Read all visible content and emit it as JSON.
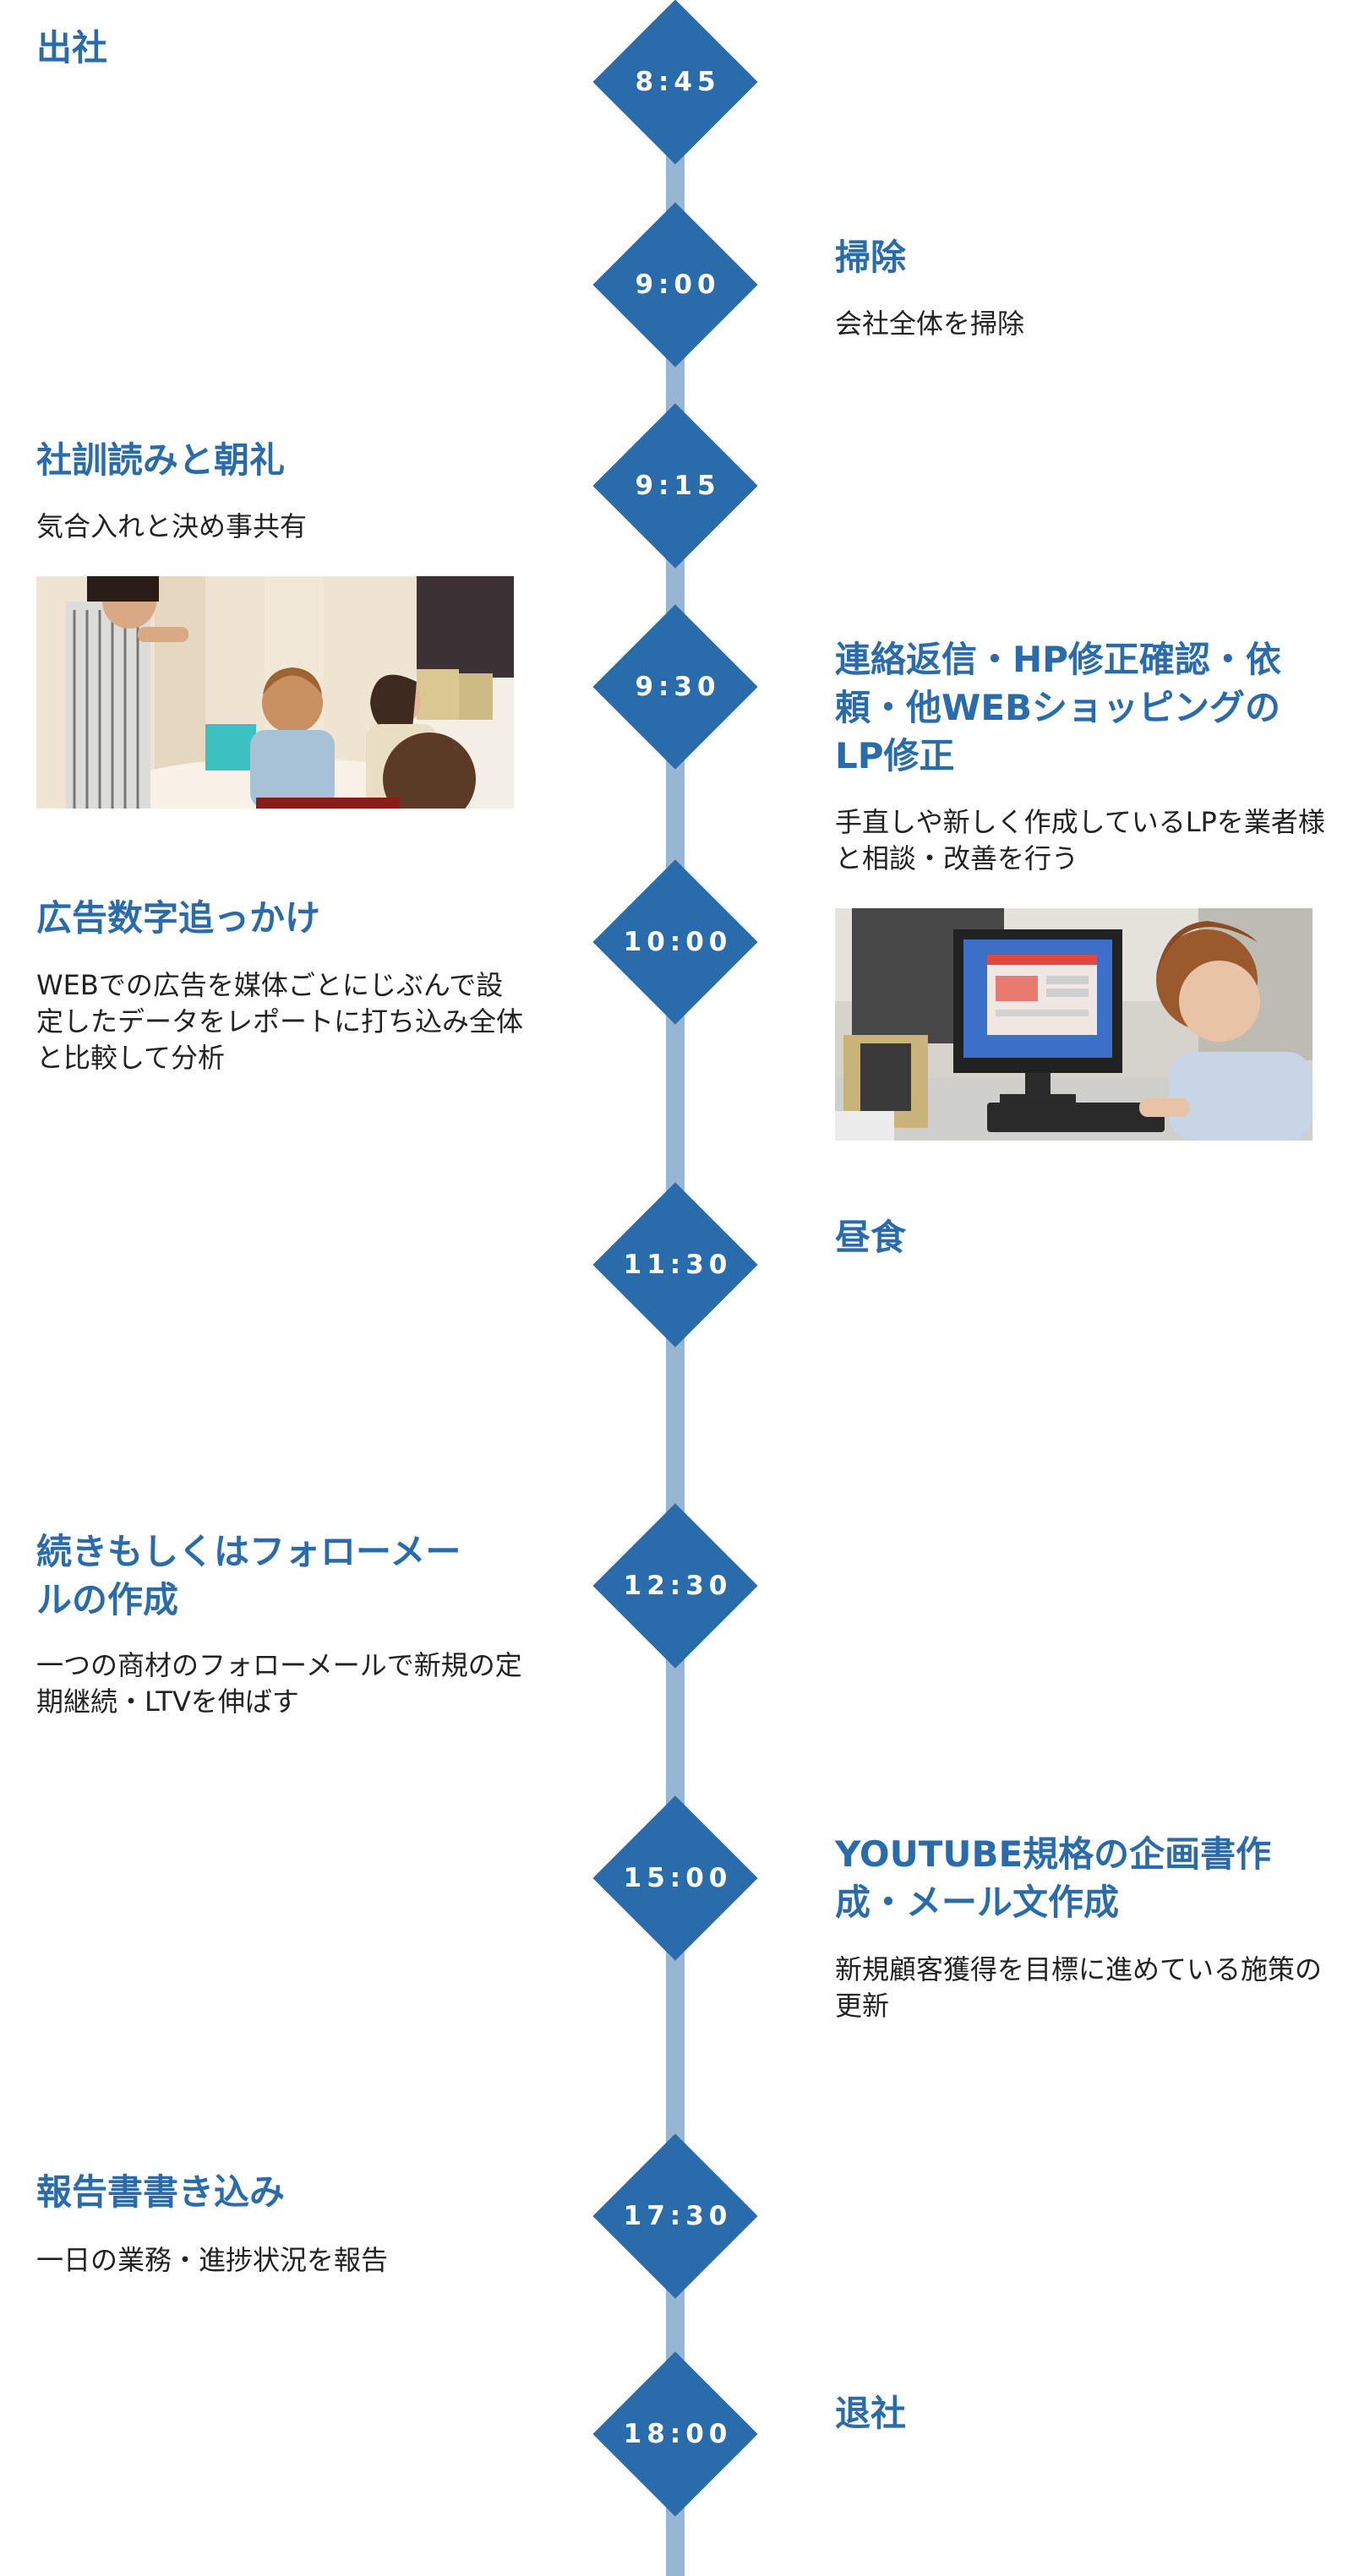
{
  "colors": {
    "accent": "#2a6bab",
    "line": "#96b6d4",
    "text": "#222222"
  },
  "events": [
    {
      "time": "8:45",
      "title": "出社",
      "desc": ""
    },
    {
      "time": "9:00",
      "title": "掃除",
      "desc": "会社全体を掃除"
    },
    {
      "time": "9:15",
      "title": "社訓読みと朝礼",
      "desc": "気合入れと決め事共有"
    },
    {
      "time": "9:30",
      "title": "連絡返信・HP修正確認・依頼・他WEBショッピングのLP修正",
      "desc": "手直しや新しく作成しているLPを業者様と相談・改善を行う"
    },
    {
      "time": "10:00",
      "title": "広告数字追っかけ",
      "desc": "WEBでの広告を媒体ごとにじぶんで設定したデータをレポートに打ち込み全体と比較して分析"
    },
    {
      "time": "11:30",
      "title": "昼食",
      "desc": ""
    },
    {
      "time": "12:30",
      "title": "続きもしくはフォローメールの作成",
      "desc": "一つの商材のフォローメールで新規の定期継続・LTVを伸ばす"
    },
    {
      "time": "15:00",
      "title": "YOUTUBE規格の企画書作成・メール文作成",
      "desc": "新規顧客獲得を目標に進めている施策の更新"
    },
    {
      "time": "17:30",
      "title": "報告書書き込み",
      "desc": "一日の業務・進捗状況を報告"
    },
    {
      "time": "18:00",
      "title": "退社",
      "desc": ""
    }
  ]
}
